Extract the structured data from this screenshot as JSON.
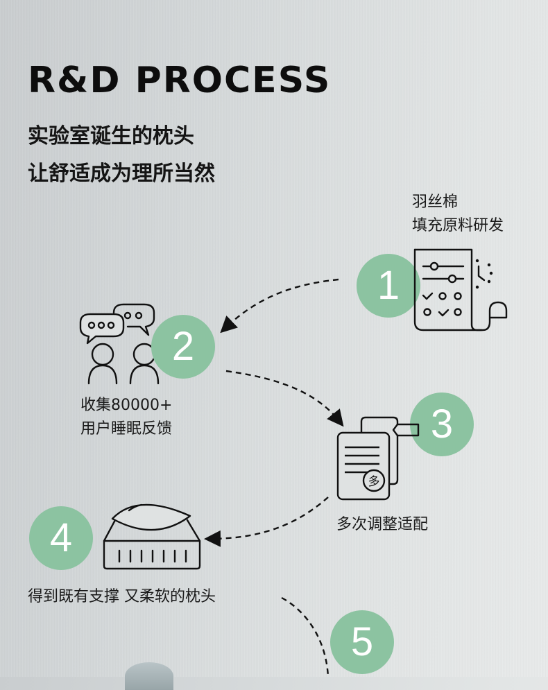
{
  "header": {
    "title": "R&D PROCESS",
    "subtitle_lines": [
      "实验室诞生的枕头",
      "让舒适成为理所当然"
    ]
  },
  "accent_color": "#8cc3a1",
  "steps": [
    {
      "number": "1",
      "icon": "recipe-document-icon",
      "label_lines": [
        "羽丝棉",
        "填充原料研发"
      ]
    },
    {
      "number": "2",
      "icon": "user-feedback-icon",
      "label_lines": [
        "收集80000+",
        "用户睡眠反馈"
      ]
    },
    {
      "number": "3",
      "icon": "adjustment-documents-icon",
      "label_lines": [
        "多次调整适配"
      ],
      "icon_badge": "多"
    },
    {
      "number": "4",
      "icon": "pillow-icon",
      "label_lines": [
        "得到既有支撑 又柔软的枕头"
      ]
    },
    {
      "number": "5"
    }
  ]
}
